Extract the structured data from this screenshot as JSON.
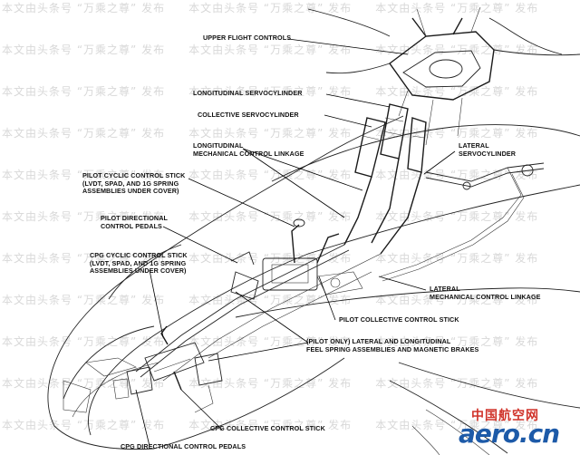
{
  "labels": {
    "upper_flight_controls": "UPPER FLIGHT CONTROLS",
    "longitudinal_servocylinder": "LONGITUDINAL SERVOCYLINDER",
    "collective_servocylinder": "COLLECTIVE SERVOCYLINDER",
    "longitudinal_linkage_1": "LONGITUDINAL",
    "longitudinal_linkage_2": "MECHANICAL CONTROL LINKAGE",
    "pilot_cyclic_1": "PILOT CYCLIC CONTROL STICK",
    "pilot_cyclic_2": "(LVDT, SPAD, AND 1G SPRING",
    "pilot_cyclic_3": "ASSEMBLIES UNDER COVER)",
    "pilot_pedals_1": "PILOT DIRECTIONAL",
    "pilot_pedals_2": "CONTROL PEDALS",
    "cpg_cyclic_1": "CPG CYCLIC CONTROL STICK",
    "cpg_cyclic_2": "(LVDT, SPAD, AND 1G SPRING",
    "cpg_cyclic_3": "ASSEMBLIES UNDER COVER)",
    "lateral_servo_1": "LATERAL",
    "lateral_servo_2": "SERVOCYLINDER",
    "lateral_linkage_1": "LATERAL",
    "lateral_linkage_2": "MECHANICAL CONTROL LINKAGE",
    "pilot_collective": "PILOT COLLECTIVE CONTROL STICK",
    "feel_spring_1": "(PILOT ONLY) LATERAL AND LONGITUDINAL",
    "feel_spring_2": "FEEL SPRING ASSEMBLIES AND MAGNETIC BRAKES",
    "cpg_collective": "CPG COLLECTIVE CONTROL STICK",
    "cpg_pedals": "CPG DIRECTIONAL CONTROL PEDALS"
  },
  "watermark": "本文由头条号 “万乘之尊” 发布",
  "logo": {
    "chinese": "中国航空网",
    "english": "aero.cn",
    "brand_color": "#1d5aa8",
    "accent_color": "#d0332a"
  }
}
